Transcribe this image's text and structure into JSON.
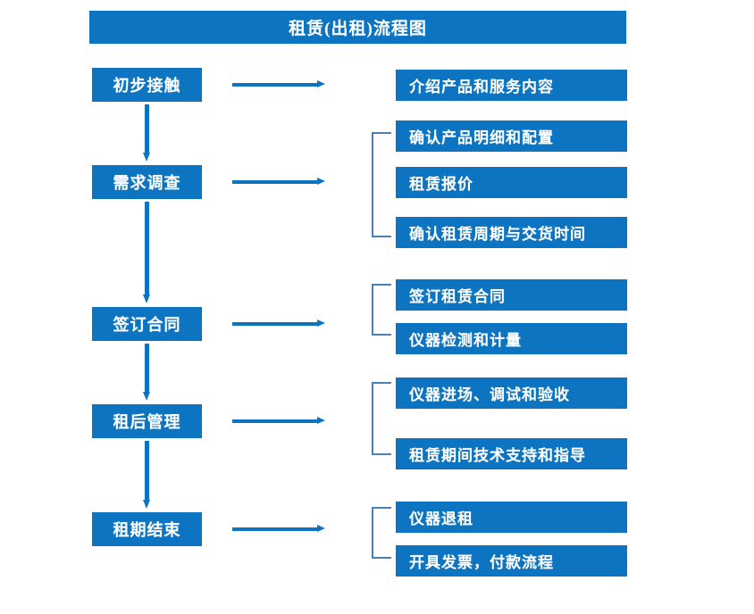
{
  "diagram": {
    "title": "租赁(出租)流程图",
    "accent_color": "#0c74c0",
    "bracket_color": "#4a7fb5",
    "background_color": "#ffffff",
    "type": "flowchart",
    "stages": [
      {
        "id": "s1",
        "label": "初步接触"
      },
      {
        "id": "s2",
        "label": "需求调查"
      },
      {
        "id": "s3",
        "label": "签订合同"
      },
      {
        "id": "s4",
        "label": "租后管理"
      },
      {
        "id": "s5",
        "label": "租期结束"
      }
    ],
    "details": [
      {
        "id": "d1",
        "label": "介绍产品和服务内容",
        "stage": "s1"
      },
      {
        "id": "d2",
        "label": "确认产品明细和配置",
        "stage": "s2"
      },
      {
        "id": "d3",
        "label": "租赁报价",
        "stage": "s2"
      },
      {
        "id": "d4",
        "label": "确认租赁周期与交货时间",
        "stage": "s2"
      },
      {
        "id": "d5",
        "label": "签订租赁合同",
        "stage": "s3"
      },
      {
        "id": "d6",
        "label": "仪器检测和计量",
        "stage": "s3"
      },
      {
        "id": "d7",
        "label": "仪器进场、调试和验收",
        "stage": "s4"
      },
      {
        "id": "d8",
        "label": "租赁期间技术支持和指导",
        "stage": "s4"
      },
      {
        "id": "d9",
        "label": "仪器退租",
        "stage": "s5"
      },
      {
        "id": "d10",
        "label": "开具发票，付款流程",
        "stage": "s5"
      }
    ],
    "connectors": {
      "vertical_arrows": 4,
      "horizontal_arrows": 5,
      "brackets": 4
    }
  }
}
